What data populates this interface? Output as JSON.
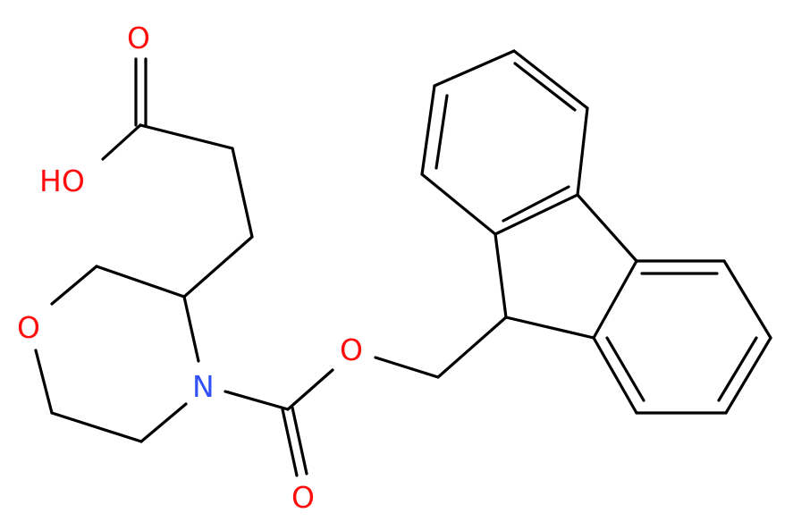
{
  "molecule": {
    "atoms": {
      "o_acid_carbonyl": "O",
      "oh_acid": "HO",
      "o_morpholine": "O",
      "n_morpholine": "N",
      "o_ester": "O",
      "o_carbamate_carbonyl": "O"
    }
  },
  "colors": {
    "bond": "#000000",
    "oxygen": "#ff0d0d",
    "nitrogen": "#3050f8",
    "background": "#ffffff"
  }
}
